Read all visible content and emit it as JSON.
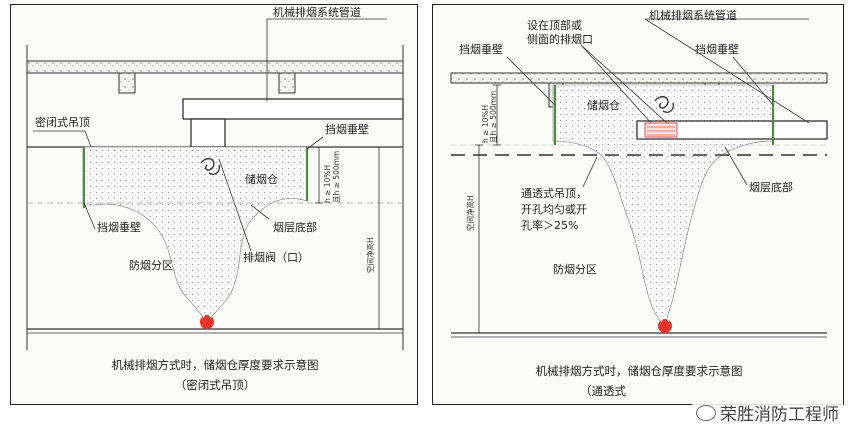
{
  "left": {
    "labels": {
      "duct": "机械排烟系统管道",
      "sealed_ceiling": "密闭式吊顶",
      "wall_top": "挡烟垂壁",
      "wall_bottom": "挡烟垂壁",
      "storage": "储烟仓",
      "layer_bottom": "烟层底部",
      "valve": "排烟阀（口）",
      "zone": "防烟分区",
      "h_line1": "h ≥ 10%H",
      "h_line2": "且h ≥ 500mm",
      "clear_height": "空间净高H"
    },
    "caption1": "机械排烟方式时，储烟仓厚度要求示意图",
    "caption2": "（密闭式吊顶）"
  },
  "right": {
    "labels": {
      "duct": "机械排烟系统管道",
      "top_outlet_1": "设在顶部或",
      "top_outlet_2": "侧面的排烟口",
      "wall_left": "挡烟垂壁",
      "wall_right": "挡烟垂壁",
      "storage": "储烟仓",
      "layer_bottom": "烟层底部",
      "perf_1": "通透式吊顶，",
      "perf_2": "开孔均匀或开",
      "perf_3": "孔率＞25%",
      "zone": "防烟分区",
      "h_line1": "h ≥ 10%H",
      "h_line2": "且h ≥ 500mm",
      "clear_height": "空间净高H"
    },
    "caption1": "机械排烟方式时，储烟仓厚度要求示意图",
    "caption2": "（通透式"
  },
  "watermark": "荣胜消防工程师",
  "colors": {
    "fire": "#e8342a",
    "wall_green": "#4c8a3c",
    "outlet_red": "#e45050"
  }
}
